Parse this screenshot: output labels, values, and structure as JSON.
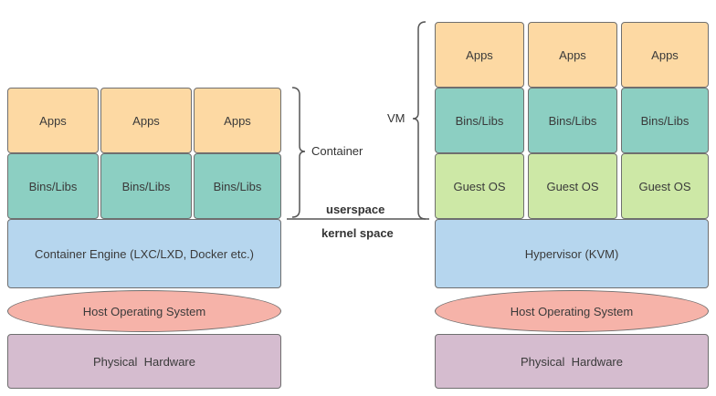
{
  "container_stack": {
    "apps": [
      "Apps",
      "Apps",
      "Apps"
    ],
    "bins": [
      "Bins/Libs",
      "Bins/Libs",
      "Bins/Libs"
    ],
    "engine": "Container Engine (LXC/LXD, Docker etc.)",
    "host_os": "Host Operating System",
    "hardware": "Physical  Hardware"
  },
  "vm_stack": {
    "apps": [
      "Apps",
      "Apps",
      "Apps"
    ],
    "bins": [
      "Bins/Libs",
      "Bins/Libs",
      "Bins/Libs"
    ],
    "guest_os": [
      "Guest OS",
      "Guest OS",
      "Guest OS"
    ],
    "hypervisor": "Hypervisor (KVM)",
    "host_os": "Host Operating System",
    "hardware": "Physical  Hardware"
  },
  "annotations": {
    "container": "Container",
    "vm": "VM",
    "userspace": "userspace",
    "kernel_space": "kernel space"
  }
}
